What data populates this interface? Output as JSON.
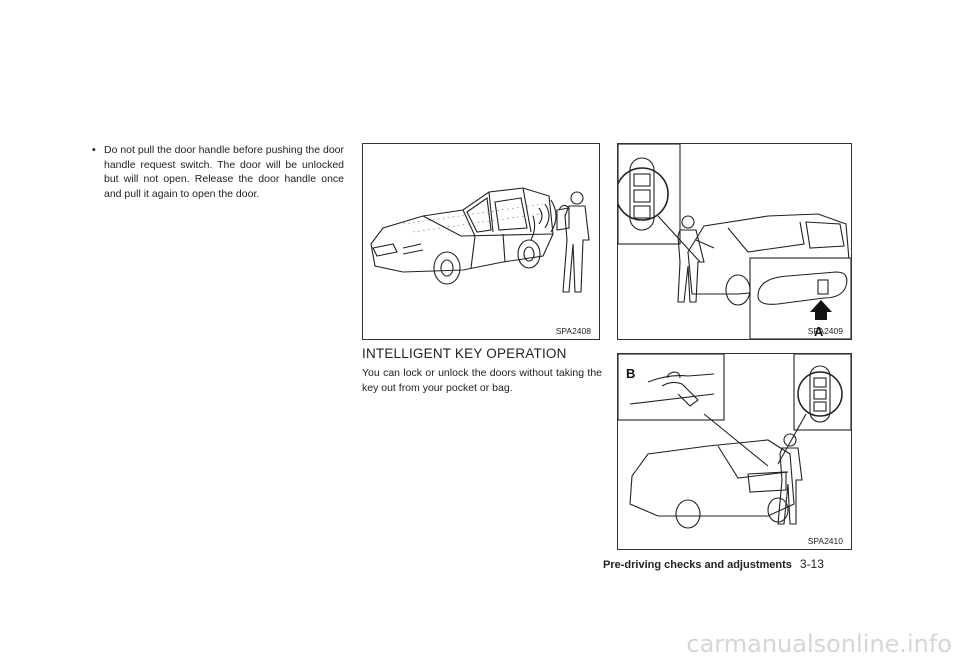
{
  "bullet": {
    "marker": "•",
    "text": "Do not pull the door handle before pushing the door handle request switch. The door will be unlocked but will not open. Release the door handle once and pull it again to open the door."
  },
  "figures": {
    "fig1": {
      "label": "SPA2408"
    },
    "fig2": {
      "label": "SPA2409",
      "callout": "A"
    },
    "fig3": {
      "label": "SPA2410",
      "callout": "B"
    }
  },
  "section": {
    "heading": "INTELLIGENT KEY OPERATION",
    "body": "You can lock or unlock the doors without taking the key out from your pocket or bag."
  },
  "footer": {
    "section": "Pre-driving checks and adjustments",
    "page": "3-13"
  },
  "watermark": "carmanualsonline.info"
}
